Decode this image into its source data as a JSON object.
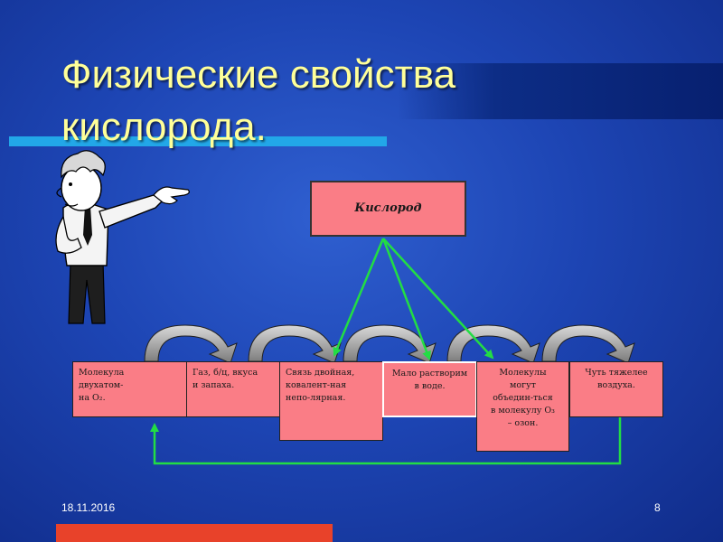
{
  "slide": {
    "title": "Физические свойства\nкислорода.",
    "date": "18.11.2016",
    "page_number": "8"
  },
  "diagram": {
    "root": "Кислород",
    "properties": [
      "Молекула\nдвухатом-\nна O₂.",
      "Газ, б/ц, вкуса\nи запаха.",
      "Связь двойная,\nковалент-ная\nнепо-лярная.",
      "Мало растворим\nв воде.",
      "Молекулы\nмогут\nобъедин-ться\nв молекулу O₃\n– озон.",
      "Чуть тяжелее\nвоздуха."
    ]
  },
  "colors": {
    "title": "#ffff99",
    "box_fill": "#fa7d86",
    "arrow": "#22dd44",
    "background": "#1d45b4"
  }
}
